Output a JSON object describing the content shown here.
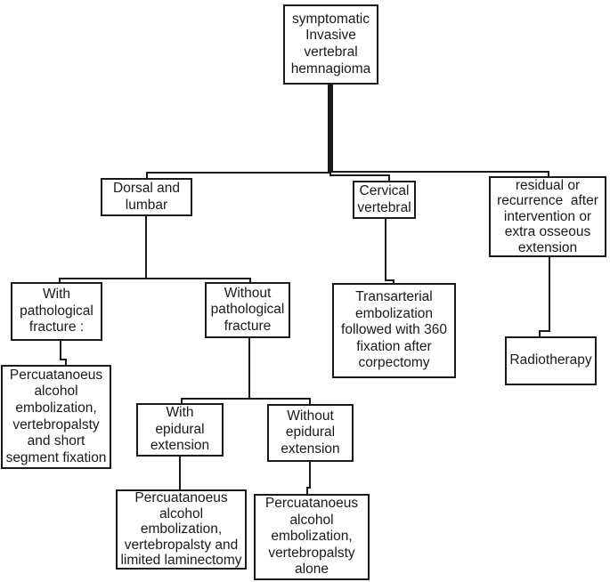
{
  "colors": {
    "line": "#1a1a1a",
    "text": "#1a1a1a",
    "background": "#ffffff"
  },
  "nodes": {
    "root": {
      "label": "symptomatic\nInvasive\nvertebral\nhemnagioma"
    },
    "dorsal_lumbar": {
      "label": "Dorsal and\nlumbar"
    },
    "cervical": {
      "label": "Cervical\nvertebral"
    },
    "residual": {
      "label": "residual or\nrecurrence  after\nintervention or\nextra osseous\nextension"
    },
    "with_fracture": {
      "label": "With\npathological\nfracture :"
    },
    "without_fracture": {
      "label": "Without\npathological\nfracture"
    },
    "transarterial": {
      "label": "Transarterial\nembolization\nfollowed with 360\nfixation after\ncorpectomy"
    },
    "radiotherapy": {
      "label": "Radiotherapy"
    },
    "pae_short_fixation": {
      "label": "Percuatanoeus\nalcohol\nembolization,\nvertebropalsty\nand short\nsegment fixation"
    },
    "with_epidural": {
      "label": "With\nepidural\nextension"
    },
    "without_epidural": {
      "label": "Without\nepidural\nextension"
    },
    "pae_laminectomy": {
      "label": "Percuatanoeus\nalcohol\nembolization,\nvertebropalsty and\nlimited laminectomy"
    },
    "pae_alone": {
      "label": "Percuatanoeus\nalcohol\nembolization,\nvertebropalsty\nalone"
    }
  },
  "edges": [
    {
      "from": "root",
      "to": "dorsal_lumbar"
    },
    {
      "from": "root",
      "to": "cervical"
    },
    {
      "from": "root",
      "to": "residual"
    },
    {
      "from": "dorsal_lumbar",
      "to": "with_fracture"
    },
    {
      "from": "dorsal_lumbar",
      "to": "without_fracture"
    },
    {
      "from": "with_fracture",
      "to": "pae_short_fixation"
    },
    {
      "from": "without_fracture",
      "to": "with_epidural"
    },
    {
      "from": "without_fracture",
      "to": "without_epidural"
    },
    {
      "from": "with_epidural",
      "to": "pae_laminectomy"
    },
    {
      "from": "without_epidural",
      "to": "pae_alone"
    },
    {
      "from": "cervical",
      "to": "transarterial"
    },
    {
      "from": "residual",
      "to": "radiotherapy"
    }
  ]
}
